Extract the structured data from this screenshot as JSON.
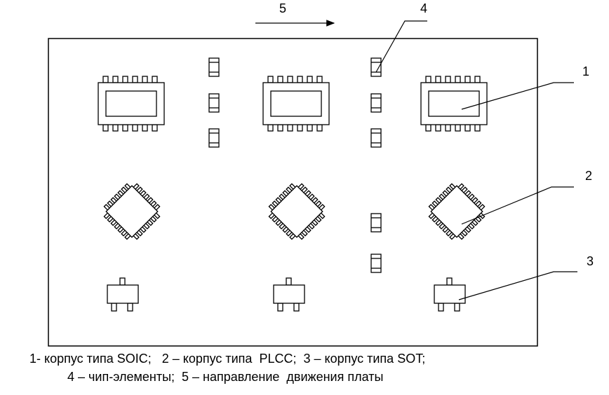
{
  "callouts": {
    "soic": "1",
    "plcc": "2",
    "sot": "3",
    "chip": "4",
    "direction": "5"
  },
  "caption": {
    "line1": "1- корпус типа SOIC;   2 – корпус типа  PLCC;  3 – корпус типа SOT;",
    "line2": "4 – чип-элементы;  5 – направление  движения платы"
  }
}
